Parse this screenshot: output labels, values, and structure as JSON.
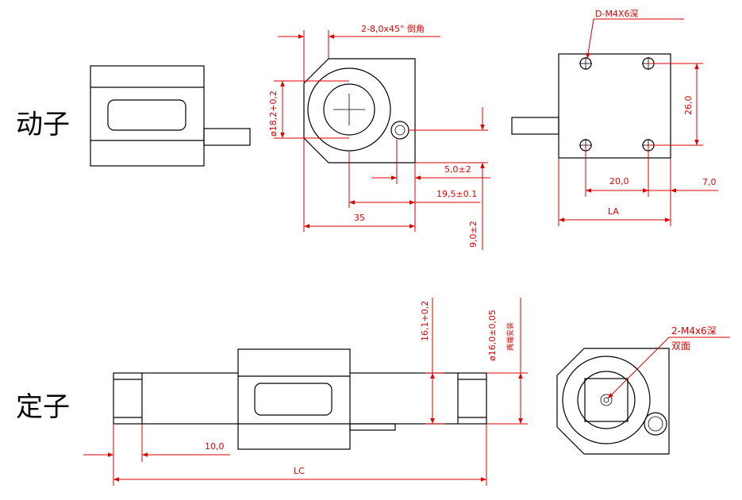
{
  "labels": {
    "rotor": "动子",
    "stator": "定子"
  },
  "dimensions": {
    "chamfer": "2-8,0x45° 倒角",
    "dia_rotor": "ø18,2+0,2",
    "d_5": "5,0±2",
    "d_19_5": "19,5±0.1",
    "d_35": "35",
    "d_9": "9,0±2",
    "thread_top": "D-M4X6深",
    "d_26": "26,0",
    "d_20": "20,0",
    "d_7": "7,0",
    "la": "LA",
    "d_16_1": "16,1+0,2",
    "dia_stator": "ø16,0±0,05",
    "dia_stator_note": "两端安装",
    "thread_bottom_1": "2-M4x6深",
    "thread_bottom_2": "双面",
    "d_10": "10,0",
    "lc": "LC"
  },
  "colors": {
    "outline": "#000000",
    "dimension": "#e00000"
  }
}
